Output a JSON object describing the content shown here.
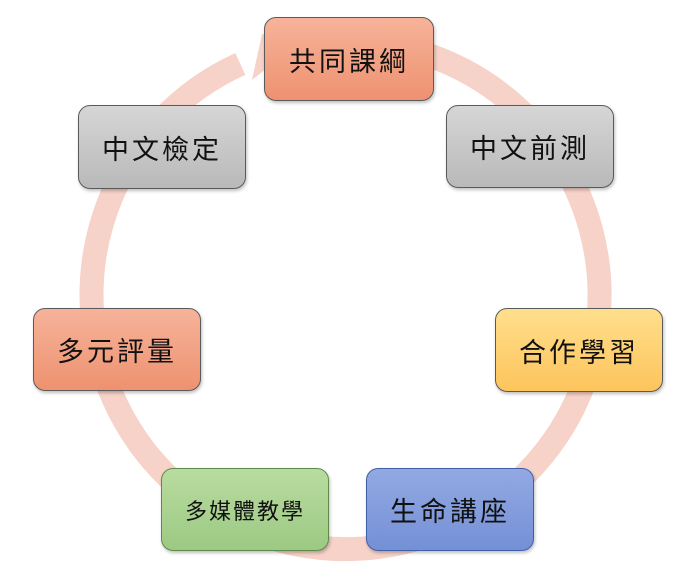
{
  "diagram": {
    "nodes": [
      {
        "id": "curriculum",
        "label": "共同課綱"
      },
      {
        "id": "pretest",
        "label": "中文前測"
      },
      {
        "id": "cooperative",
        "label": "合作學習"
      },
      {
        "id": "life",
        "label": "生命講座"
      },
      {
        "id": "multimedia",
        "label": "多媒體教學"
      },
      {
        "id": "assessment",
        "label": "多元評量"
      },
      {
        "id": "proficiency",
        "label": "中文檢定"
      }
    ],
    "colors": {
      "ring": "#f6d2c8",
      "salmon": "#ee9270",
      "gray": "#b9b9b9",
      "gold": "#fdc45c",
      "blue": "#7490d6",
      "green": "#9cc983"
    }
  }
}
